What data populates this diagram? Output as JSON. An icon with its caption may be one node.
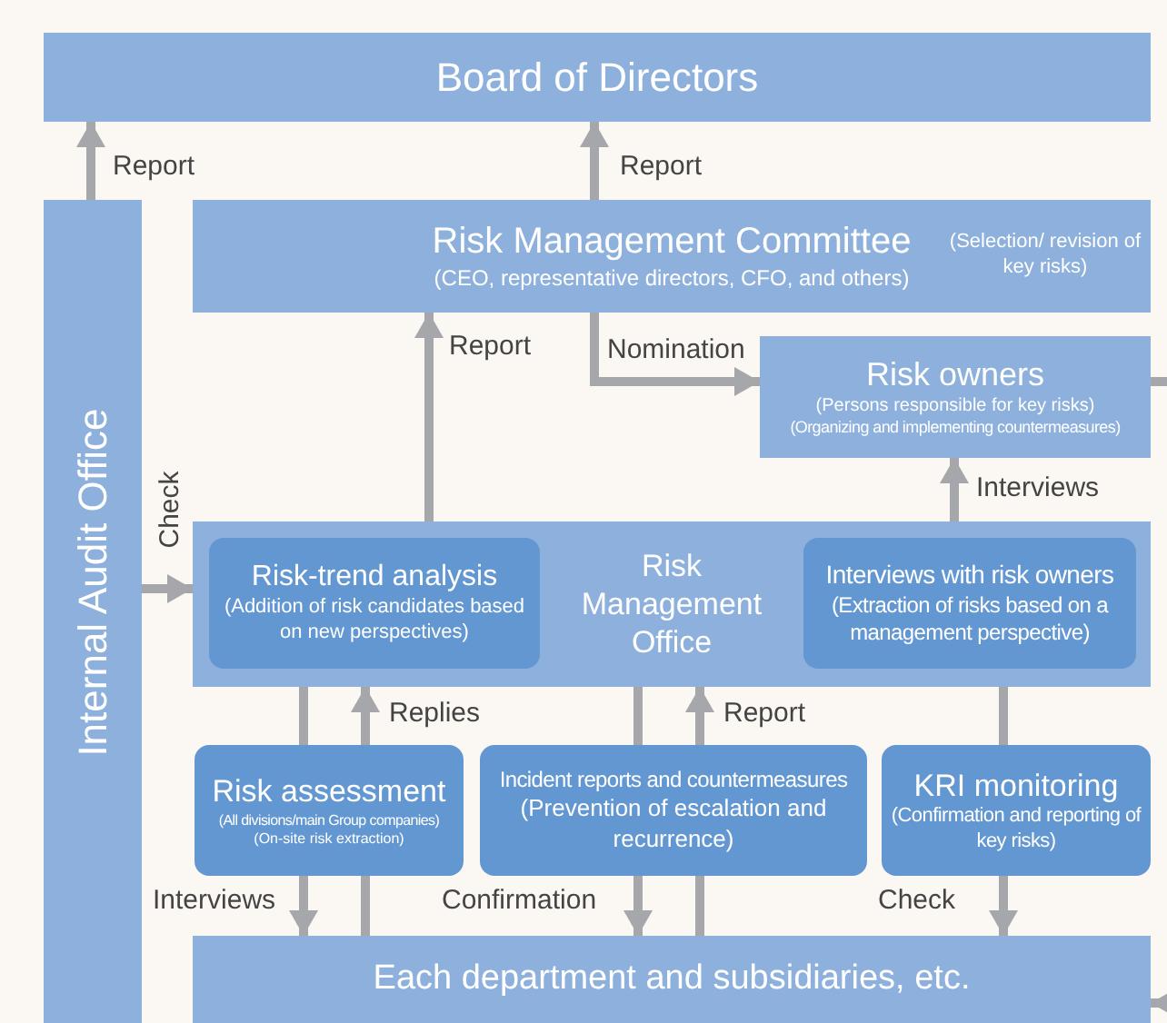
{
  "diagram": {
    "nodes": [
      {
        "text": [
          "Board of Directors"
        ]
      },
      {
        "text": [
          "Internal Audit Office"
        ]
      },
      {
        "text": [
          "Risk Management Committee",
          "(CEO, representative directors, CFO, and others)",
          "(Selection/ revision of key risks)"
        ]
      },
      {
        "text": [
          "Risk owners",
          "(Persons responsible for key risks)",
          "(Organizing and implementing countermeasures)"
        ]
      },
      {
        "text": [
          "Risk Management Office"
        ]
      },
      {
        "text": [
          "Risk-trend analysis",
          "(Addition of risk candidates based on new perspectives)"
        ],
        "in": 4
      },
      {
        "text": [
          "Interviews with risk owners",
          "(Extraction of risks based on a management perspective)"
        ],
        "in": 4
      },
      {
        "text": [
          "Risk assessment",
          "(All divisions/main Group companies)",
          "(On-site risk extraction)"
        ]
      },
      {
        "text": [
          "Incident reports and countermeasures",
          "(Prevention of escalation and recurrence)"
        ]
      },
      {
        "text": [
          "KRI monitoring",
          "(Confirmation and reporting of key risks)"
        ]
      },
      {
        "text": [
          "Each department and subsidiaries, etc."
        ]
      }
    ],
    "edges": [
      {
        "from": 1,
        "to": 0,
        "arrow": "to",
        "label": "Report"
      },
      {
        "from": 2,
        "to": 0,
        "arrow": "to",
        "label": "Report"
      },
      {
        "from": 4,
        "to": 2,
        "arrow": "to",
        "label": "Report"
      },
      {
        "from": 2,
        "to": 3,
        "arrow": "to",
        "label": "Nomination"
      },
      {
        "from": 1,
        "to": 4,
        "arrow": "to",
        "label": "Check"
      },
      {
        "from": 4,
        "to": 3,
        "arrow": "to",
        "label": "Interviews"
      },
      {
        "from": 3,
        "to": null,
        "arrow": "none"
      },
      {
        "from": 4,
        "to": 7,
        "arrow": "none"
      },
      {
        "from": 7,
        "to": 10,
        "arrow": "to",
        "label": "Interviews"
      },
      {
        "from": 10,
        "to": 7,
        "arrow": "none"
      },
      {
        "from": 7,
        "to": 4,
        "arrow": "to",
        "label": "Replies"
      },
      {
        "from": 4,
        "to": 8,
        "arrow": "none"
      },
      {
        "from": 8,
        "to": 10,
        "arrow": "to",
        "label": "Confirmation"
      },
      {
        "from": 10,
        "to": 8,
        "arrow": "none"
      },
      {
        "from": 8,
        "to": 4,
        "arrow": "to",
        "label": "Report"
      },
      {
        "from": 4,
        "to": 9,
        "arrow": "none"
      },
      {
        "from": 9,
        "to": 10,
        "arrow": "to",
        "label": "Check"
      },
      {
        "from": null,
        "to": 10,
        "arrow": "to"
      }
    ]
  }
}
